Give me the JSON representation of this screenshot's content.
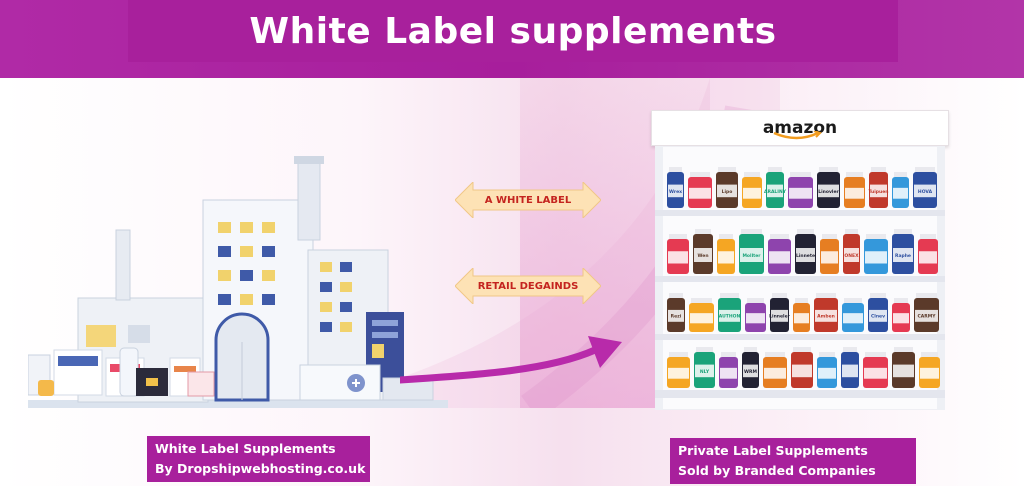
{
  "header": {
    "title": "White Label supplements"
  },
  "arrows": {
    "top_label": "A WHITE LABEL",
    "bottom_label": "RETAIL DEGAINDS"
  },
  "shelf": {
    "sign": "amazon"
  },
  "captions": {
    "left_line1": "White Label Supplements",
    "left_line2": "By Dropshipwebhosting.co.uk",
    "right_line1": "Private Label Supplements",
    "right_line2": "Sold by Branded Companies"
  },
  "product_labels": [
    "Wrex",
    "Lipo",
    "ARALINY",
    "Linovler",
    "Tuipuen",
    "HOVA",
    "Wen",
    "Mollter",
    "Linnete",
    "ONEX",
    "Raphe",
    "Rezi",
    "AUTHON",
    "Linneler",
    "Amben",
    "Clnev",
    "CARMY",
    "NLY",
    "WRM"
  ],
  "colors": {
    "brand_magenta": "#a8209c",
    "arrow_fill": "#fde2b5",
    "arrow_text": "#c4241f",
    "accent_arrow": "#b82aaa"
  }
}
